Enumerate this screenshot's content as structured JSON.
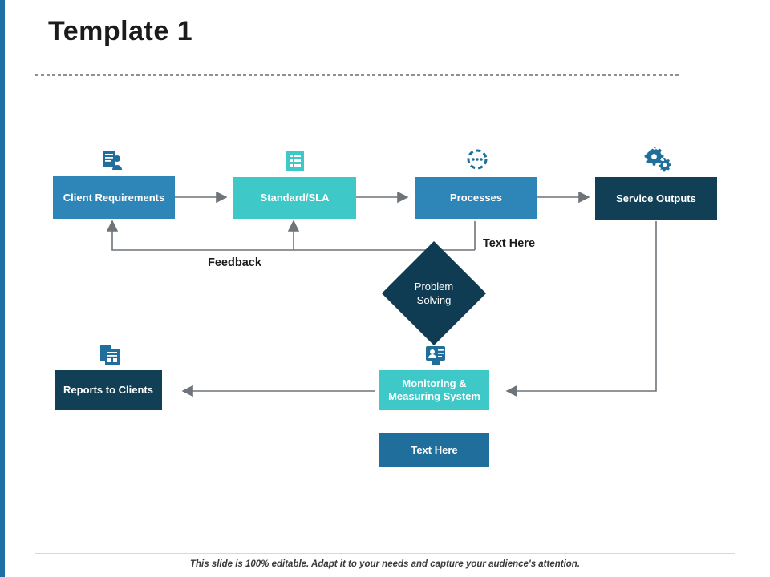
{
  "slide": {
    "title": "Template 1",
    "footer_note": "This slide is 100% editable. Adapt it to your needs and capture your audience's attention."
  },
  "colors": {
    "teal": "#3ec8c8",
    "blue": "#2e86b8",
    "navy": "#113f56",
    "midblue": "#1f6e9c",
    "accent_bar": "#1d6fa5",
    "arrow": "#6e7479"
  },
  "nodes": {
    "client_requirements": "Client Requirements",
    "standard_sla": "Standard/SLA",
    "processes": "Processes",
    "service_outputs": "Service Outputs",
    "problem_solving": "Problem Solving",
    "reports_to_clients": "Reports to Clients",
    "monitoring_system": "Monitoring & Measuring System",
    "text_here_box": "Text Here"
  },
  "labels": {
    "feedback": "Feedback",
    "text_here": "Text Here"
  },
  "icons": {
    "client_requirements": "user-document-icon",
    "standard_sla": "clipboard-list-icon",
    "processes": "gear-dots-icon",
    "service_outputs": "cogs-icon",
    "reports_to_clients": "report-file-icon",
    "monitoring_system": "monitor-person-icon"
  }
}
